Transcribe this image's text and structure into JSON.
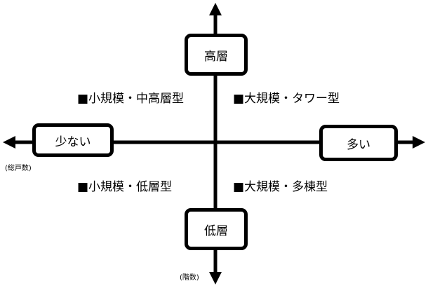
{
  "axes": {
    "vertical": {
      "top_label": "高層",
      "bottom_label": "低層",
      "unit_label": "(階数)"
    },
    "horizontal": {
      "left_label": "少ない",
      "right_label": "多い",
      "unit_label": "(総戸数)"
    }
  },
  "quadrants": {
    "top_left": "■小規模・中高層型",
    "top_right": "■大規模・タワー型",
    "bottom_left": "■小規模・低層型",
    "bottom_right": "■大規模・多棟型"
  }
}
